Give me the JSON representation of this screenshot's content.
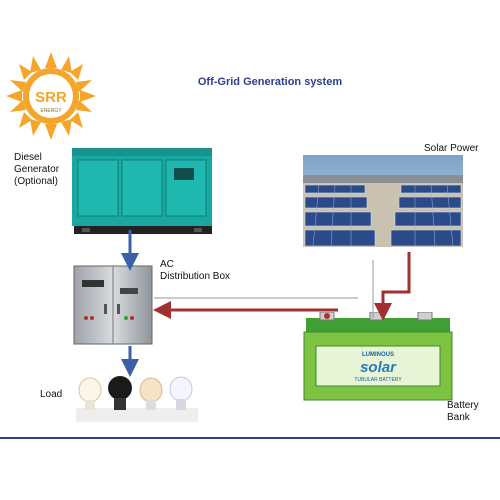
{
  "title": "Off-Grid Generation system",
  "logo": {
    "text": "SRR",
    "subtext": "ENERGY",
    "color": "#f4a52a"
  },
  "labels": {
    "diesel_line1": "Diesel",
    "diesel_line2": "Generator",
    "diesel_line3": "(Optional)",
    "solar": "Solar Power",
    "ac_line1": "AC",
    "ac_line2": "Distribution Box",
    "load": "Load",
    "battery_line1": "Battery",
    "battery_line2": "Bank"
  },
  "battery_branding": {
    "brand": "LUMINOUS",
    "product": "solar",
    "subtitle": "TUBULAR BATTERY"
  },
  "colors": {
    "ac_flow": "#3c5fa8",
    "dc_flow": "#a33030",
    "accent": "#2b3f8f"
  }
}
